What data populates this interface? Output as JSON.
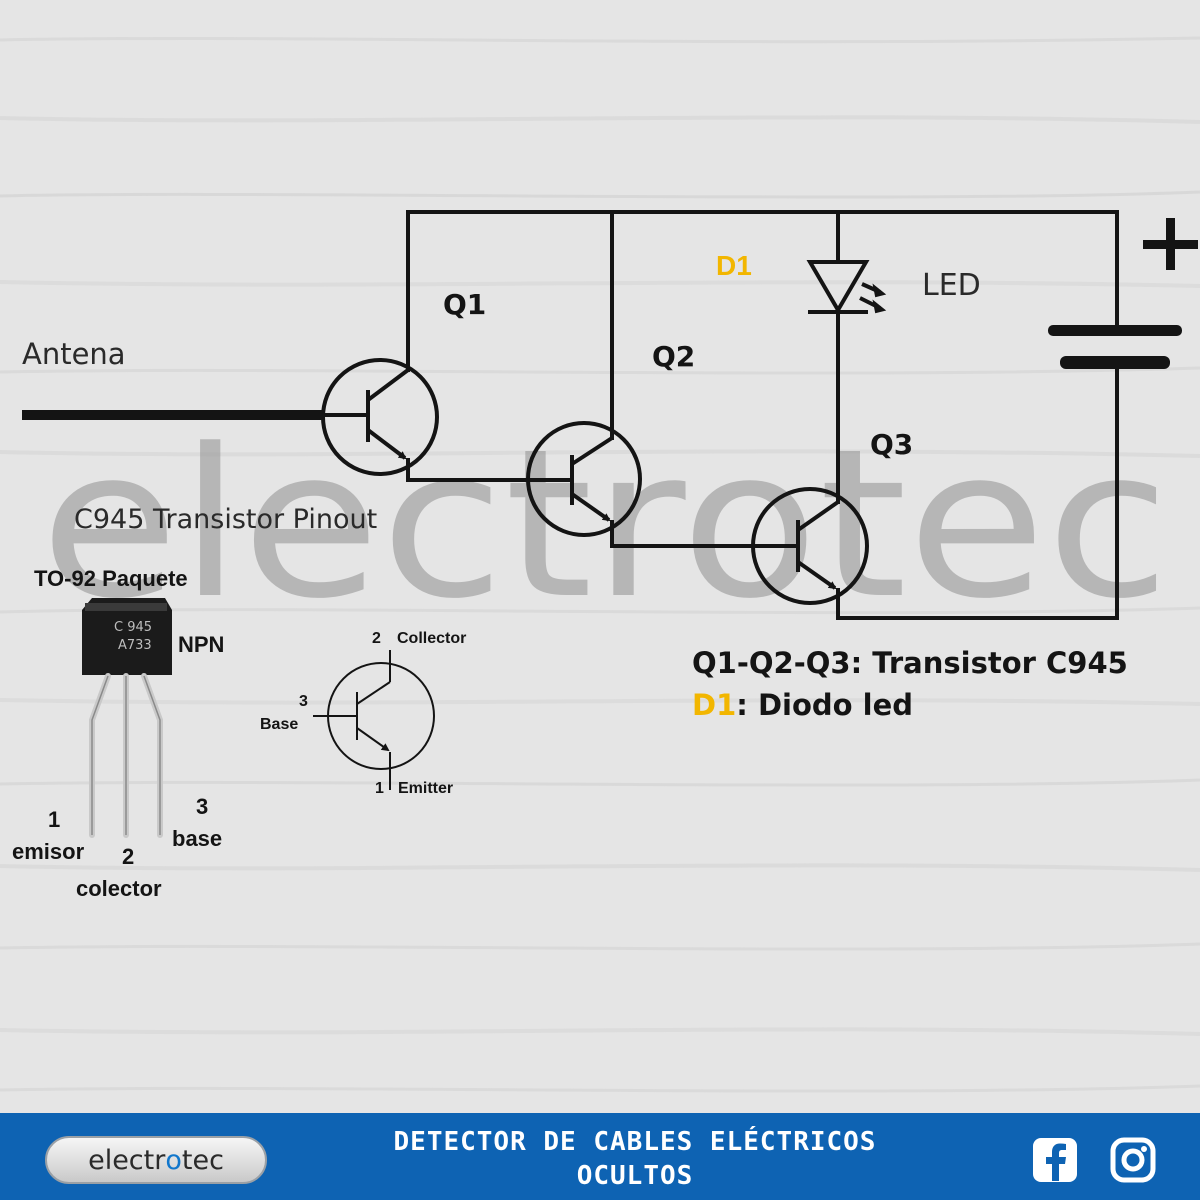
{
  "watermark": "electrotec",
  "circuit": {
    "antenna_label": "Antena",
    "q1_label": "Q1",
    "q2_label": "Q2",
    "q3_label": "Q3",
    "d1_label": "D1",
    "led_label": "LED",
    "plus_label": "+",
    "legend_transistors": "Q1-Q2-Q3: Transistor C945",
    "legend_d1_prefix": "D1",
    "legend_d1_text": ": Diodo led"
  },
  "pinout": {
    "title": "C945 Transistor Pinout",
    "package_label": "TO-92 Paquete",
    "type_label": "NPN",
    "body_text_line1": "C 945",
    "body_text_line2": "A733",
    "pin1_number": "1",
    "pin1_name": "emisor",
    "pin2_number": "2",
    "pin2_name": "colector",
    "pin3_number": "3",
    "pin3_name": "base"
  },
  "symbol": {
    "collector_number": "2",
    "collector_label": "Collector",
    "base_number": "3",
    "base_label": "Base",
    "emitter_number": "1",
    "emitter_label": "Emitter"
  },
  "footer": {
    "logo_text_a": "electr",
    "logo_text_b": "o",
    "logo_text_c": "tec",
    "title_line1": "DETECTOR DE CABLES ELÉCTRICOS",
    "title_line2": "OCULTOS",
    "facebook_icon": "facebook-icon",
    "instagram_icon": "instagram-icon"
  },
  "colors": {
    "background": "#e4e4e4",
    "wire": "#141414",
    "accent_yellow": "#f2b600",
    "footer_bg": "#0e63b3",
    "watermark": "#8f8f8f"
  }
}
